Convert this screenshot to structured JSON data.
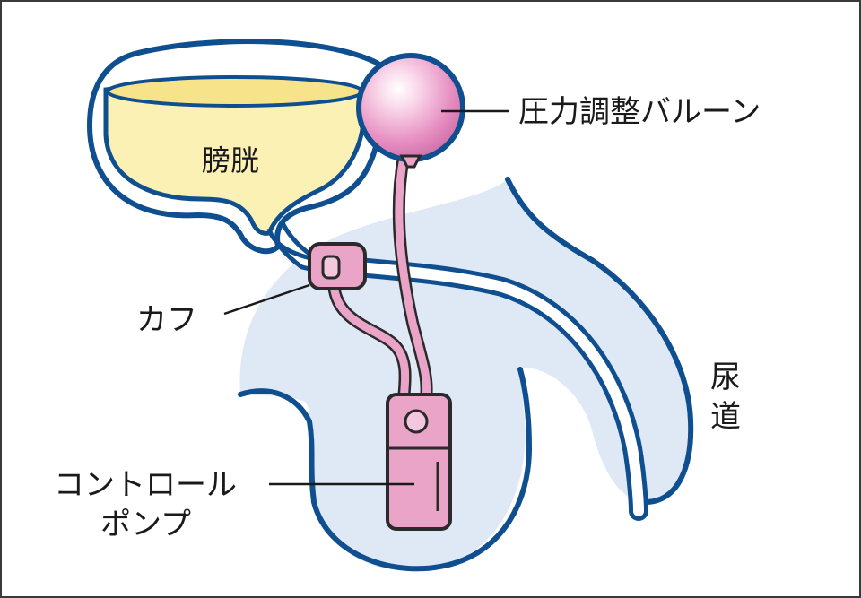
{
  "labels": {
    "bladder": "膀胱",
    "pressure_balloon": "圧力調整バルーン",
    "cuff": "カフ",
    "urethra_line1": "尿",
    "urethra_line2": "道",
    "pump_line1": "コントロール",
    "pump_line2": "ポンプ"
  },
  "colors": {
    "outline": "#0f4f8f",
    "body": "#dfe8f5",
    "bladder_fill": "#fbf1b4",
    "bladder_liquid": "#f7e48a",
    "device_pink": "#e9a4c8",
    "device_outline": "#2a2a2a",
    "leader_line": "#1a1a1a"
  }
}
